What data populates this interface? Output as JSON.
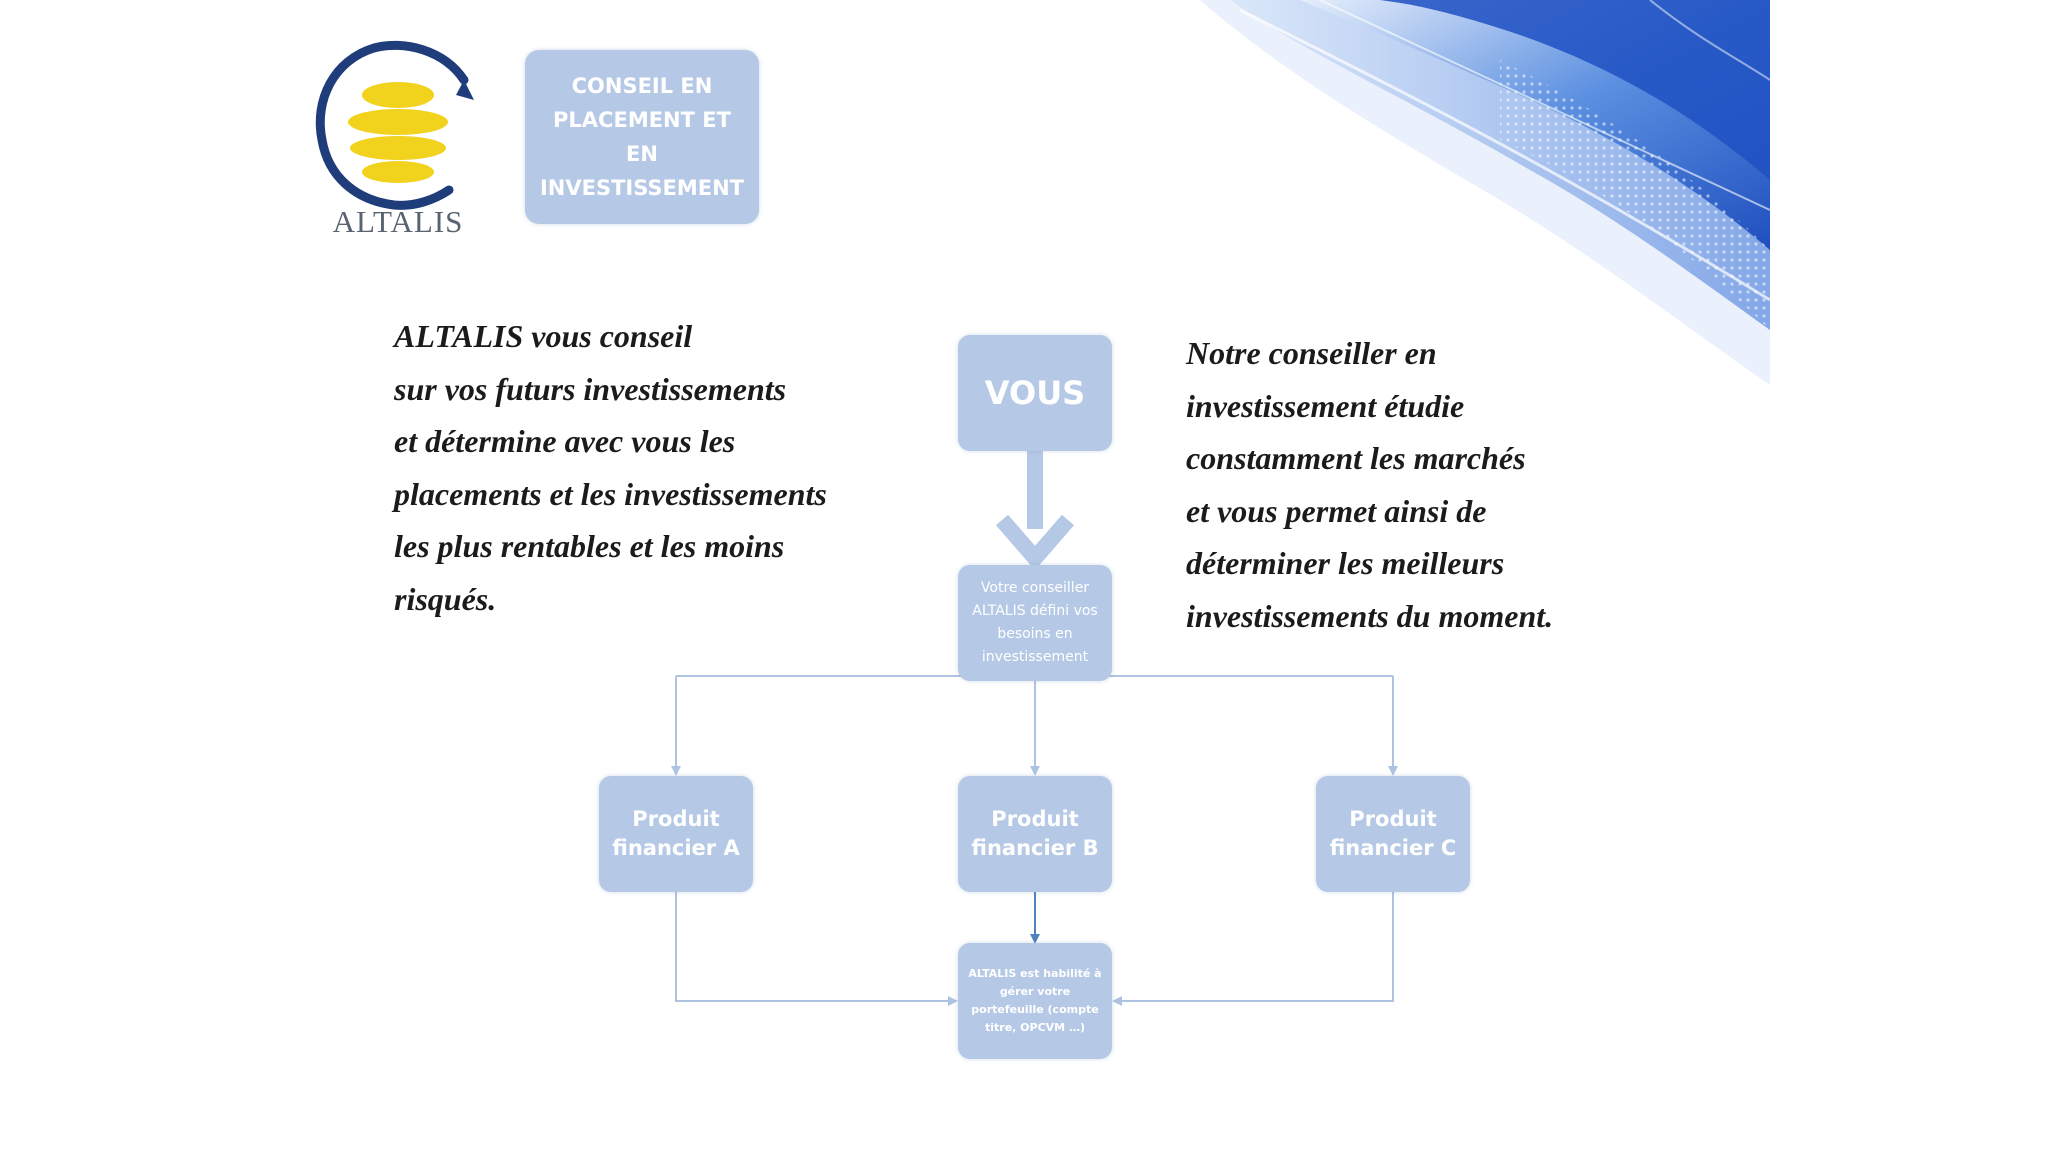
{
  "brand": {
    "logo_text": "ALTALIS",
    "badge_text": "CONSEIL EN\nPLACEMENT ET\nEN\nINVESTISSEMENT"
  },
  "left_paragraph": [
    "ALTALIS vous conseil",
    "sur vos futurs investissements",
    "et détermine avec vous les",
    "placements et les investissements",
    "les plus rentables et les moins",
    "risqués."
  ],
  "right_paragraph": [
    "Notre conseiller en",
    "investissement étudie",
    "constamment les marchés",
    "et vous permet ainsi de",
    "déterminer les meilleurs",
    "investissements du moment."
  ],
  "diagram": {
    "vous": "VOUS",
    "conseiller": "Votre conseiller ALTALIS défini vos besoins en investissement",
    "products": [
      "Produit financier A",
      "Produit financier B",
      "Produit financier C"
    ],
    "gestion": "ALTALIS est habilité à gérer votre portefeuille (compte titre, OPCVM …)"
  },
  "colors": {
    "node_fill": "#b5c9e6",
    "connector": "#aec3df",
    "arrow_accent": "#4f81bd",
    "logo_yellow": "#f1d21c",
    "logo_ring": "#1f3d7a"
  }
}
